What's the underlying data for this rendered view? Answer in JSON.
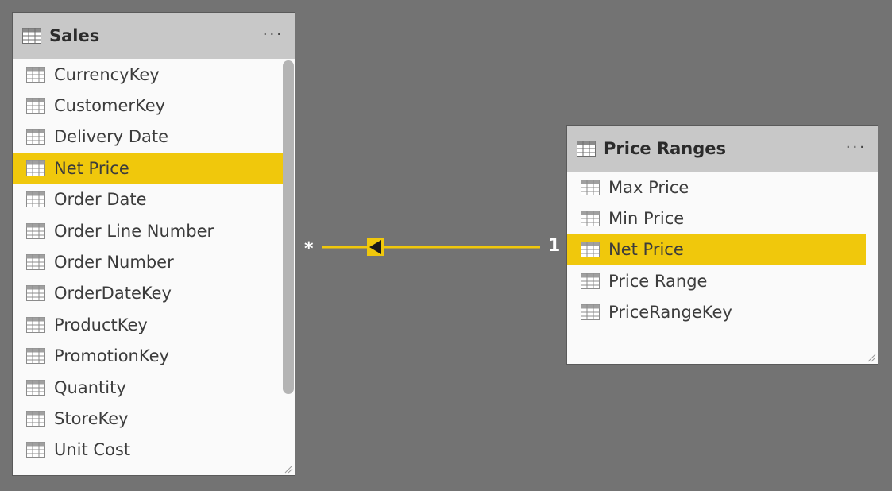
{
  "sales_table": {
    "title": "Sales",
    "menu": "···",
    "fields": [
      {
        "name": "CurrencyKey",
        "selected": false
      },
      {
        "name": "CustomerKey",
        "selected": false
      },
      {
        "name": "Delivery Date",
        "selected": false
      },
      {
        "name": "Net Price",
        "selected": true
      },
      {
        "name": "Order Date",
        "selected": false
      },
      {
        "name": "Order Line Number",
        "selected": false
      },
      {
        "name": "Order Number",
        "selected": false
      },
      {
        "name": "OrderDateKey",
        "selected": false
      },
      {
        "name": "ProductKey",
        "selected": false
      },
      {
        "name": "PromotionKey",
        "selected": false
      },
      {
        "name": "Quantity",
        "selected": false
      },
      {
        "name": "StoreKey",
        "selected": false
      },
      {
        "name": "Unit Cost",
        "selected": false
      }
    ]
  },
  "price_ranges_table": {
    "title": "Price Ranges",
    "menu": "···",
    "fields": [
      {
        "name": "Max Price",
        "selected": false
      },
      {
        "name": "Min Price",
        "selected": false
      },
      {
        "name": "Net Price",
        "selected": true
      },
      {
        "name": "Price Range",
        "selected": false
      },
      {
        "name": "PriceRangeKey",
        "selected": false
      }
    ]
  },
  "relationship": {
    "many_side_label": "*",
    "one_side_label": "1",
    "filter_direction": "left",
    "line_color": "#f0c80c"
  },
  "colors": {
    "canvas": "#737373",
    "header": "#c8c8c8",
    "highlight": "#f0c80c",
    "card": "#fafafa"
  }
}
